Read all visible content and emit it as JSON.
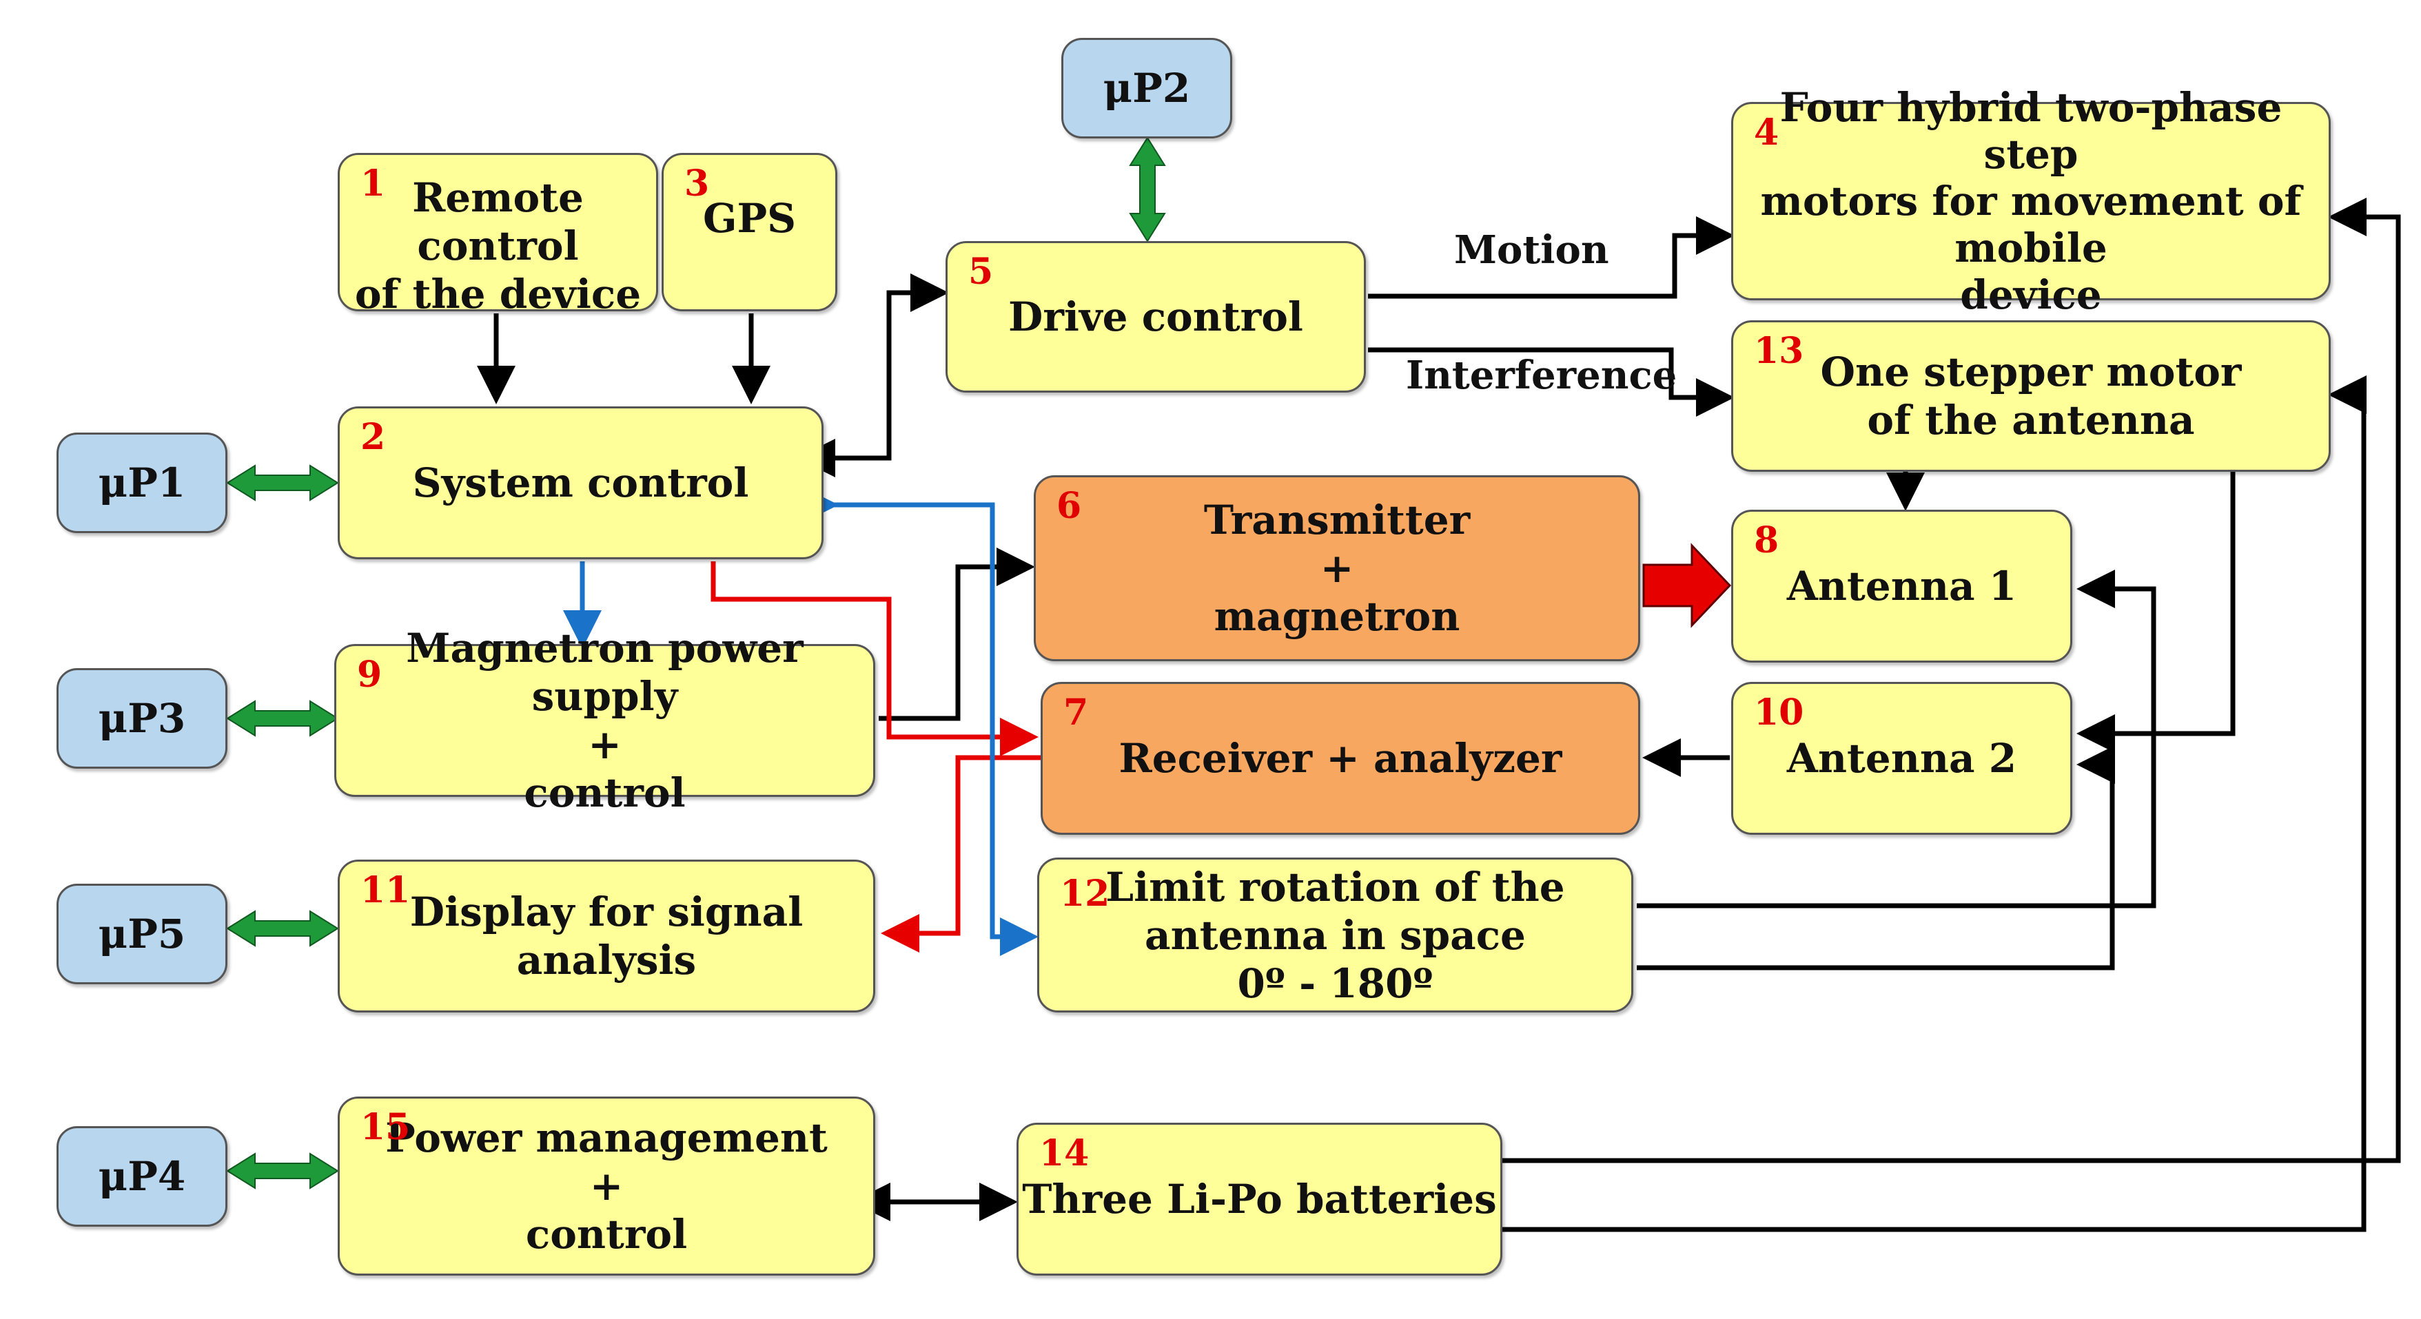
{
  "colors": {
    "block": "#ffff99",
    "rf_block": "#f7a760",
    "processor": "#b8d6ee",
    "block_number": "#e00000",
    "signal_black": "#000000",
    "signal_red": "#e60000",
    "signal_blue": "#1a73c8",
    "bus_green": "#1e9a3a"
  },
  "processors": {
    "mp1": "μP1",
    "mp2": "μP2",
    "mp3": "μP3",
    "mp4": "μP4",
    "mp5": "μP5"
  },
  "blocks": {
    "b1": {
      "num": "1",
      "text": "Remote control\nof the device"
    },
    "b2": {
      "num": "2",
      "text": "System control"
    },
    "b3": {
      "num": "3",
      "text": "GPS"
    },
    "b4": {
      "num": "4",
      "text": "Four hybrid two-phase step\nmotors for movement of mobile\ndevice"
    },
    "b5": {
      "num": "5",
      "text": "Drive control"
    },
    "b6": {
      "num": "6",
      "text": "Transmitter\n+\nmagnetron"
    },
    "b7": {
      "num": "7",
      "text": "Receiver + analyzer"
    },
    "b8": {
      "num": "8",
      "text": "Antenna 1"
    },
    "b9": {
      "num": "9",
      "text": "Magnetron power supply\n+\ncontrol"
    },
    "b10": {
      "num": "10",
      "text": "Antenna 2"
    },
    "b11": {
      "num": "11",
      "text": "Display for signal\nanalysis"
    },
    "b12": {
      "num": "12",
      "text": "Limit rotation of the\nantenna in space\n0º - 180º"
    },
    "b13": {
      "num": "13",
      "text": "One stepper motor\nof the antenna"
    },
    "b14": {
      "num": "14",
      "text": "Three Li-Po batteries"
    },
    "b15": {
      "num": "15",
      "text": "Power  management\n+\ncontrol"
    }
  },
  "labels": {
    "motion": "Motion",
    "interference": "Interference"
  }
}
